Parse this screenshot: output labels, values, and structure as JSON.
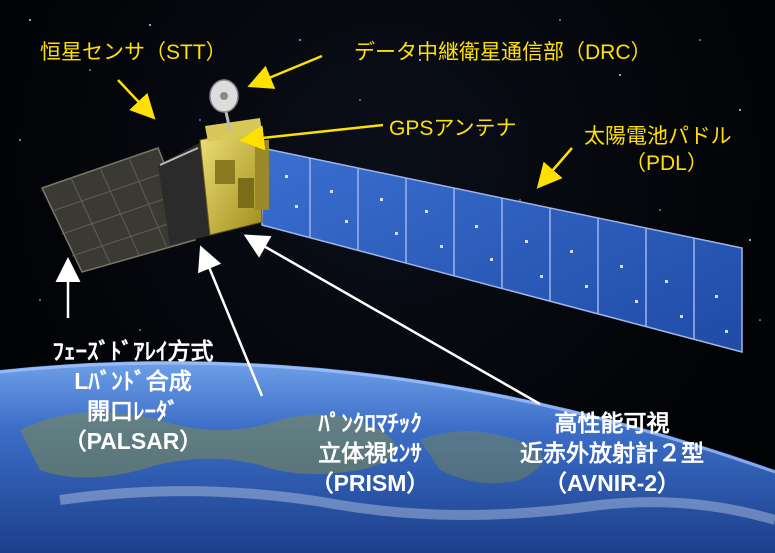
{
  "labels": {
    "stt": "恒星センサ（STT）",
    "drc": "データ中継衛星通信部（DRC）",
    "gps": "GPSアンテナ",
    "pdl_line1": "太陽電池パドル",
    "pdl_line2": "（PDL）",
    "palsar": [
      "ﾌｪｰｽﾞﾄﾞｱﾚｲ方式",
      "Lﾊﾞﾝﾄﾞ合成",
      "開口ﾚｰﾀﾞ",
      "（PALSAR）"
    ],
    "prism": [
      "ﾊﾟﾝｸﾛﾏﾁｯｸ",
      "立体視ｾﾝｻ",
      "（PRISM）"
    ],
    "avnir": [
      "高性能可視",
      "近赤外放射計２型",
      "（AVNIR-2）"
    ]
  },
  "colors": {
    "label_yellow": "#ffe000",
    "label_white": "#ffffff",
    "panel_blue": "#2f5fc0",
    "bus_gold": "#c9b531",
    "earth_blue": "#3b6fc4"
  }
}
